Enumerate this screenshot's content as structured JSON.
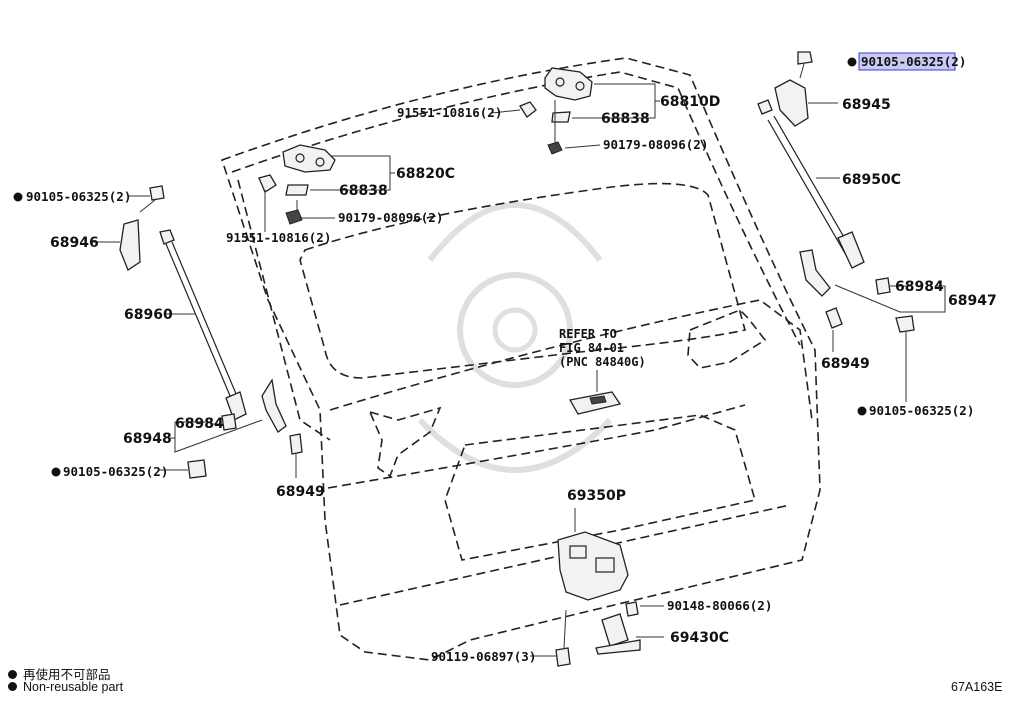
{
  "labels": {
    "p90105_tr": "90105-06325(2)",
    "p68945": "68945",
    "p68950C": "68950C",
    "p68984_r": "68984",
    "p68947": "68947",
    "p68949_r": "68949",
    "p90105_r": "90105-06325(2)",
    "p91551_top": "91551-10816(2)",
    "p68838_top": "68838",
    "p68810D": "68810D",
    "p90179_top": "90179-08096(2)",
    "p68820C": "68820C",
    "p68838_l": "68838",
    "p90179_l": "90179-08096(2)",
    "p91551_l": "91551-10816(2)",
    "p90105_l": "90105-06325(2)",
    "p68946": "68946",
    "p68960": "68960",
    "p68984_l": "68984",
    "p68948": "68948",
    "p90105_bl": "90105-06325(2)",
    "p68949_l": "68949",
    "ref_line1": "REFER TO",
    "ref_line2": "FIG 84-01",
    "ref_line3": "(PNC 84840G)",
    "p69350P": "69350P",
    "p90148": "90148-80066(2)",
    "p69430C": "69430C",
    "p90119": "90119-06897(3)"
  },
  "legend": {
    "jp": "再使用不可部品",
    "en": "Non-reusable part"
  },
  "diagram_code": "67A163E",
  "colors": {
    "highlight_fill": "#c9c9f2",
    "highlight_border": "#3a3ad0",
    "ink": "#111111"
  }
}
